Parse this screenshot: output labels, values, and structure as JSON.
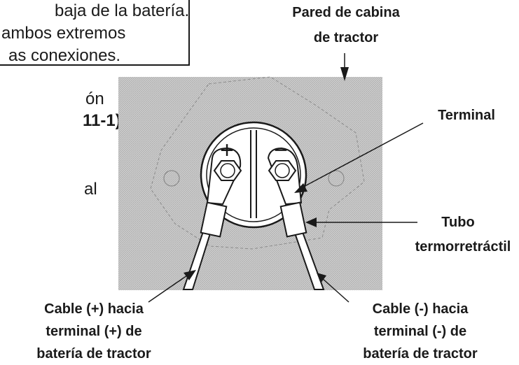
{
  "note": {
    "lines": [
      "baja de la batería.",
      "ambos extremos",
      "as conexiones."
    ]
  },
  "body_text": {
    "line1": "ón",
    "line2": "11-1)",
    "line2_suffix": ".",
    "line3": "al"
  },
  "figure": {
    "labels": {
      "cab_wall_1": "Pared de cabina",
      "cab_wall_2": "de tractor",
      "terminal": "Terminal",
      "tube_1": "Tubo",
      "tube_2": "termorretráctil",
      "cable_pos_1": "Cable (+) hacia",
      "cable_pos_2": "terminal (+) de",
      "cable_pos_3": "batería de tractor",
      "cable_neg_1": "Cable (-) hacia",
      "cable_neg_2": "terminal (-) de",
      "cable_neg_3": "batería de tractor"
    },
    "symbols": {
      "plus": "+",
      "minus": "−"
    },
    "colors": {
      "wall_fill": "#c8c8c8",
      "line": "#1a1a1a"
    }
  }
}
